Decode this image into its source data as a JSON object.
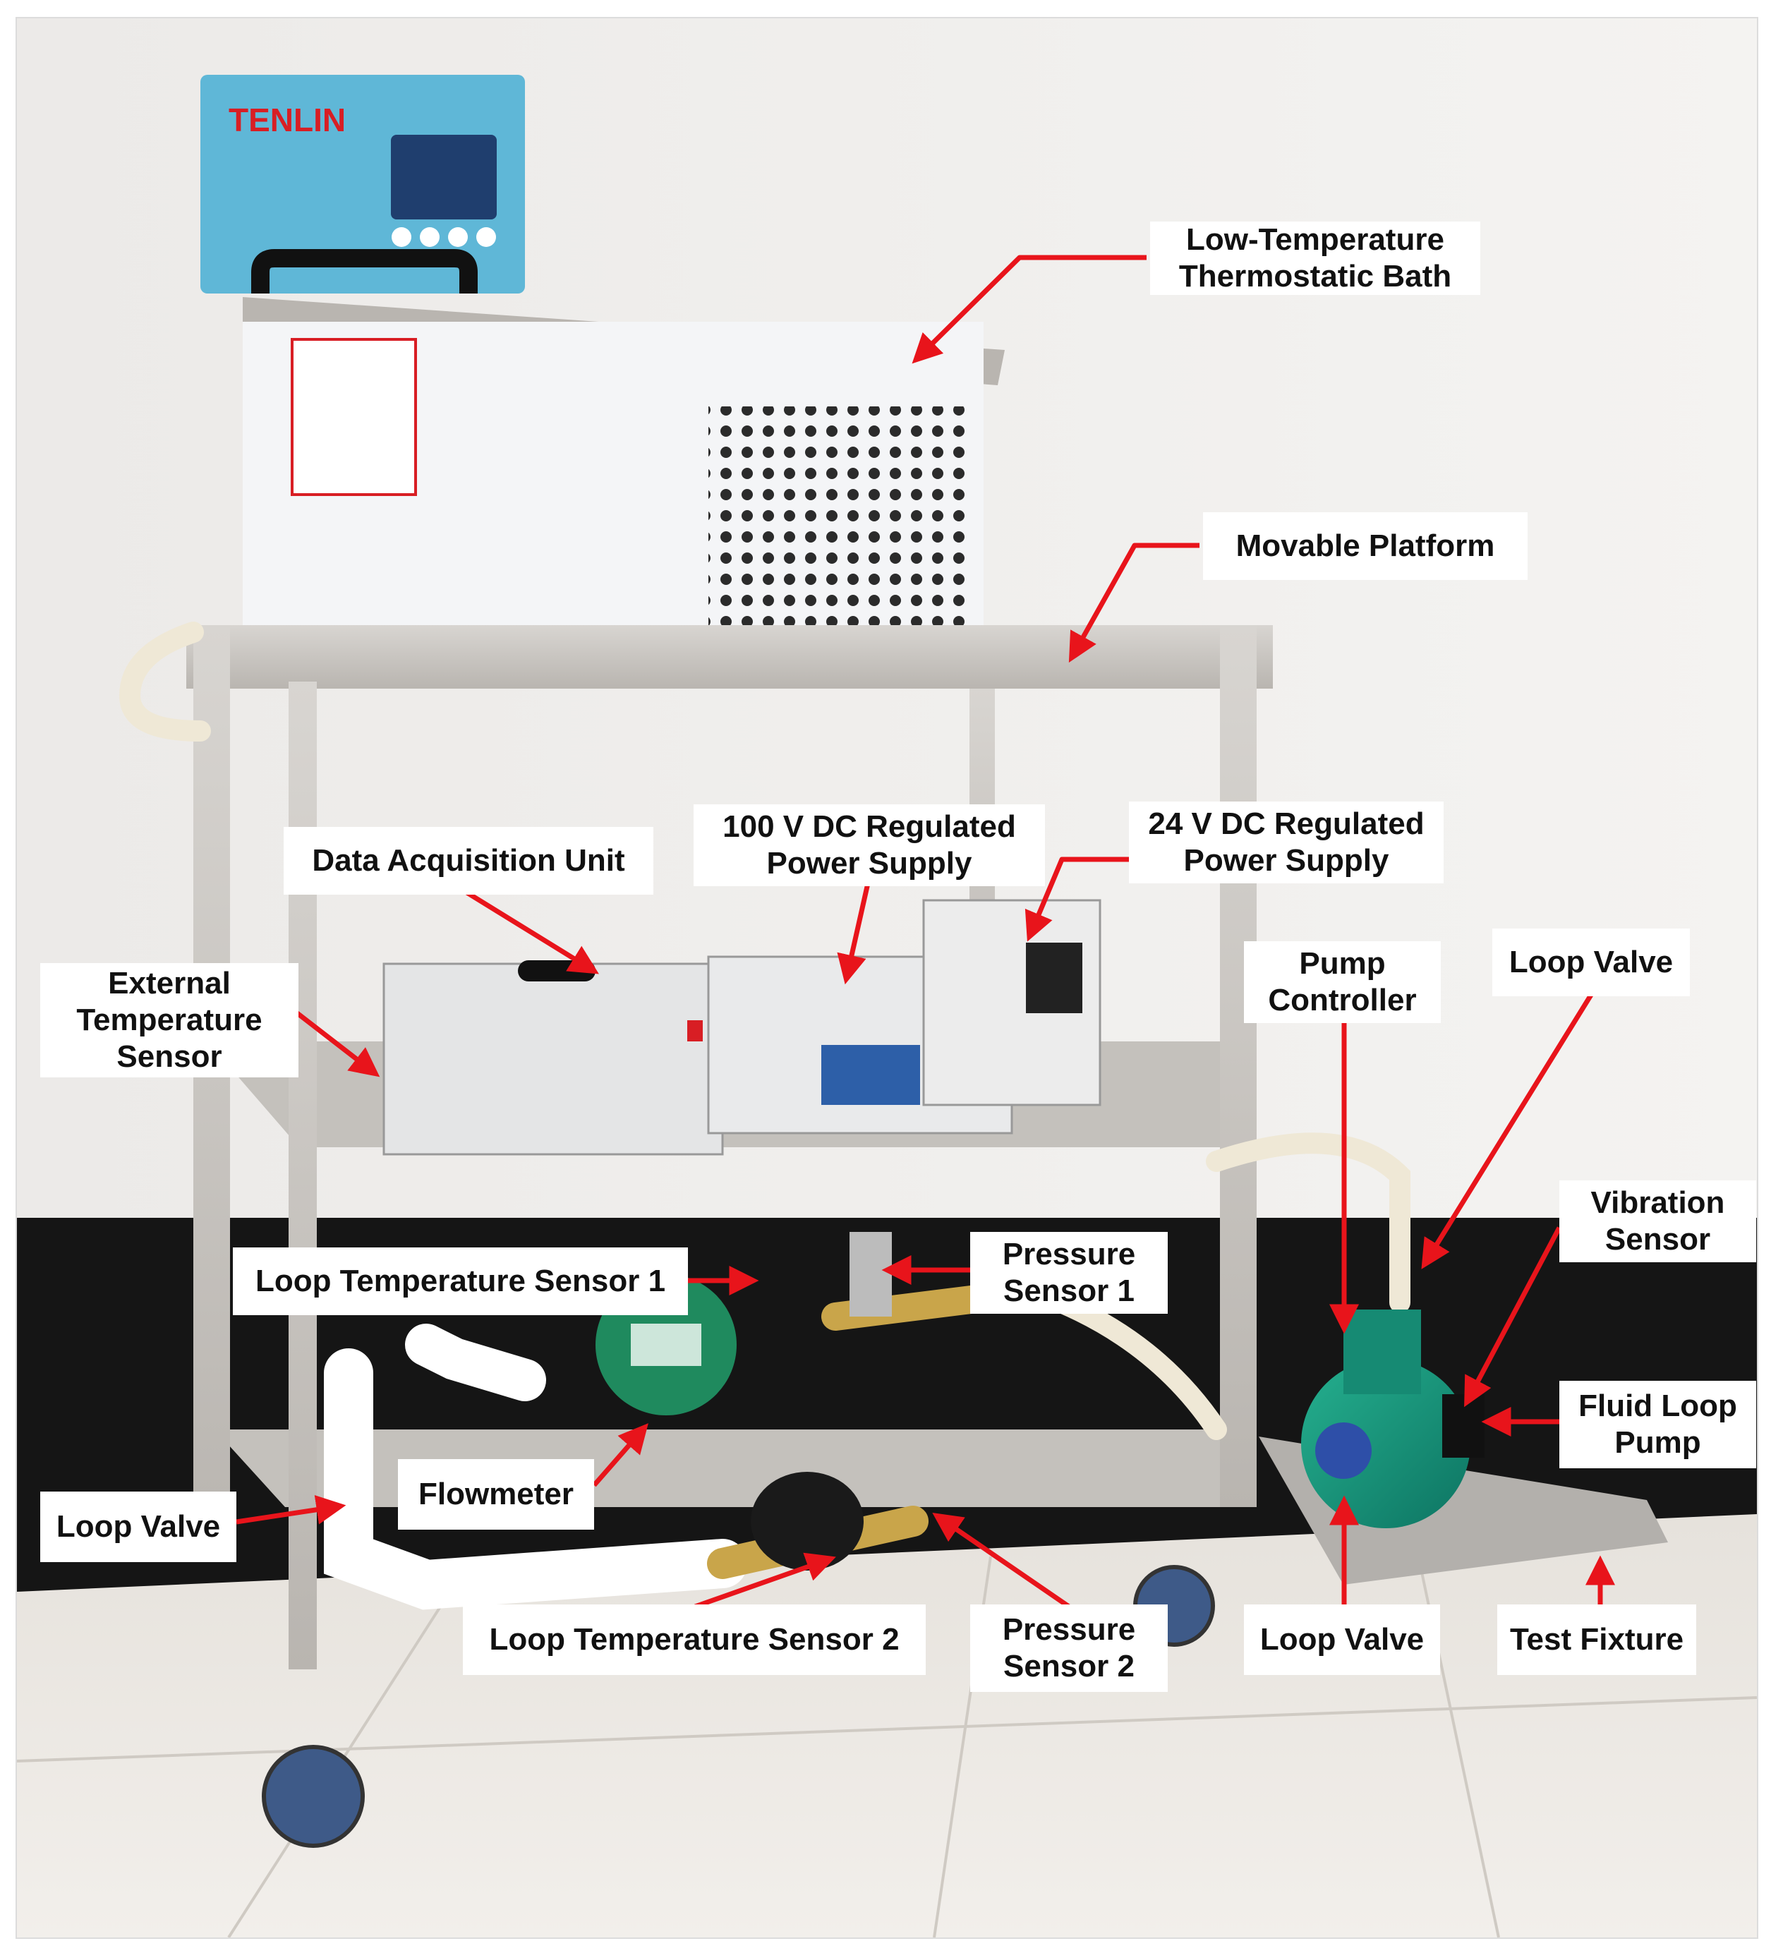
{
  "brand_logo_text": "TENLIN",
  "labels": {
    "thermostatic_bath": "Low-Temperature\nThermostatic Bath",
    "movable_platform": "Movable Platform",
    "data_acquisition_unit": "Data Acquisition Unit",
    "supply_100v": "100 V DC Regulated\nPower Supply",
    "supply_24v": "24 V DC Regulated\nPower Supply",
    "external_temp_sensor": "External\nTemperature\nSensor",
    "pump_controller": "Pump\nController",
    "loop_valve_top_right": "Loop Valve",
    "vibration_sensor": "Vibration\nSensor",
    "loop_temp_sensor_1": "Loop Temperature Sensor 1",
    "pressure_sensor_1": "Pressure\nSensor 1",
    "fluid_loop_pump": "Fluid Loop\nPump",
    "flowmeter": "Flowmeter",
    "loop_valve_left": "Loop Valve",
    "loop_temp_sensor_2": "Loop Temperature Sensor 2",
    "pressure_sensor_2": "Pressure\nSensor 2",
    "loop_valve_bottom": "Loop Valve",
    "test_fixture": "Test Fixture"
  },
  "colors": {
    "arrow": "#e8141b",
    "bath_panel": "#5fb7d7",
    "bath_body": "#f4f5f7",
    "steel": "#c9c6c2",
    "pump": "#1a9a80",
    "floor_dark": "#161616"
  }
}
